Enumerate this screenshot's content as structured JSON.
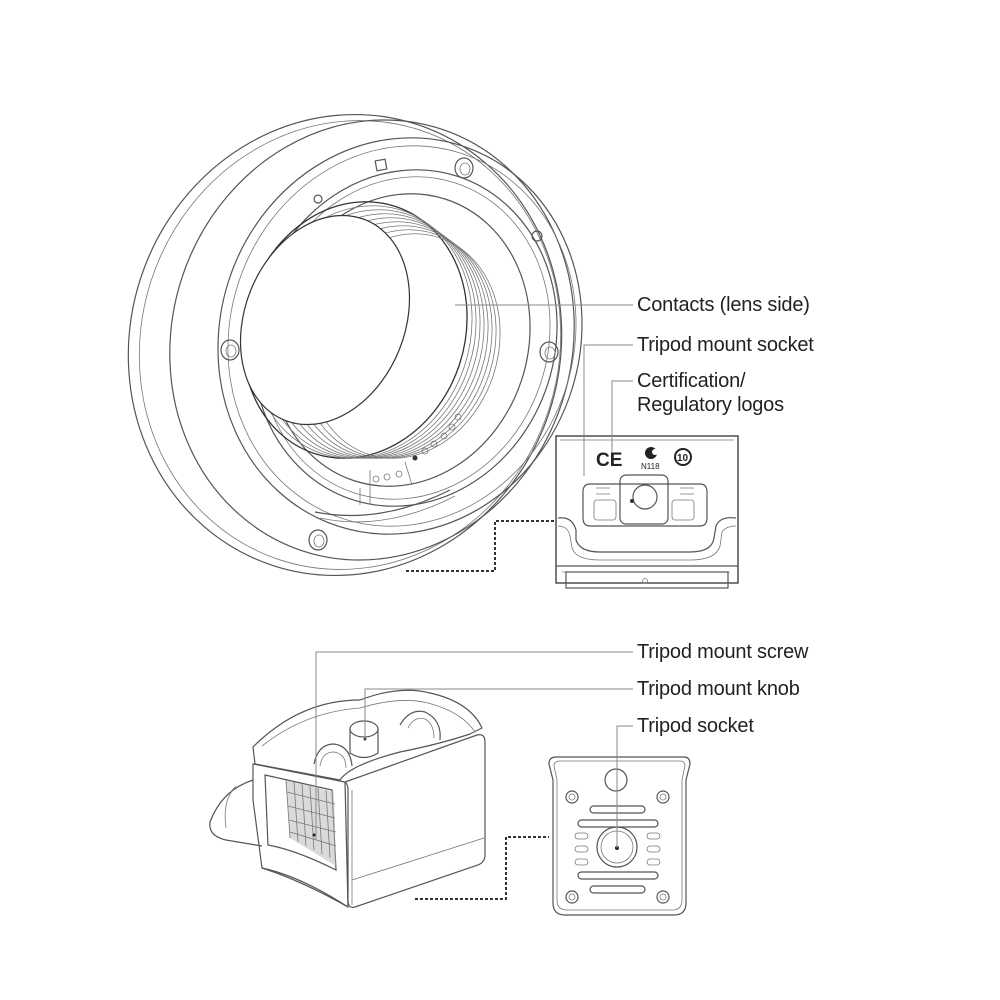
{
  "diagram": {
    "title": "Lens mount adapter with tripod mount — part callouts",
    "callouts_top": [
      {
        "id": "contacts",
        "label": "Contacts (lens side)"
      },
      {
        "id": "tripod-mount-socket",
        "label": "Tripod mount socket"
      },
      {
        "id": "certification",
        "label_line1": "Certification/",
        "label_line2": "Regulatory logos"
      }
    ],
    "callouts_bottom": [
      {
        "id": "tripod-mount-screw",
        "label": "Tripod mount screw"
      },
      {
        "id": "tripod-mount-knob",
        "label": "Tripod mount knob"
      },
      {
        "id": "tripod-socket",
        "label": "Tripod socket"
      }
    ],
    "logos": {
      "ce": "CE",
      "rcm_code": "N118",
      "rohs_years": "10"
    },
    "icons": [
      "adapter-ring-icon",
      "mount-foot-detail-icon",
      "tripod-foot-icon",
      "foot-underside-icon"
    ]
  }
}
